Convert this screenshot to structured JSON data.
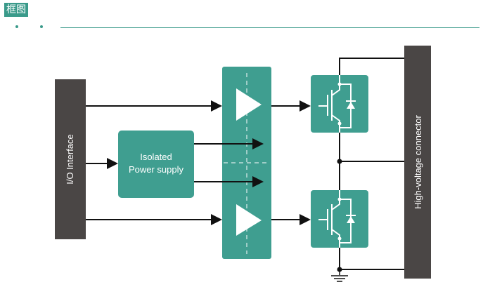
{
  "header": {
    "tag_label": "框图"
  },
  "diagram": {
    "io_interface_label": "I/O Interface",
    "isolated_label_line1": "Isolated",
    "isolated_label_line2": "Power supply",
    "hv_connector_label": "High-voltage connector"
  },
  "colors": {
    "teal_block": "#3f9e90",
    "dark_bar": "#4a4645",
    "line": "#111111",
    "accent": "#3a9a8a"
  }
}
